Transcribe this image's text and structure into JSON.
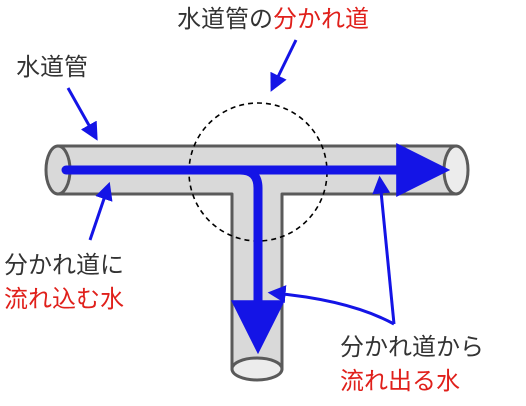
{
  "labels": {
    "junction_prefix": "水道管の",
    "junction_highlight": "分かれ道",
    "pipe": "水道管",
    "inflow_line1": "分かれ道に",
    "inflow_line2": "流れ込む水",
    "outflow_line1": "分かれ道から",
    "outflow_line2": "流れ出る水"
  },
  "colors": {
    "pipe_fill": "#d9d9d9",
    "pipe_stroke": "#5a5a5a",
    "arrow": "#1414e6",
    "text": "#333333",
    "highlight": "#e0201b",
    "dashed_circle": "#000000"
  }
}
